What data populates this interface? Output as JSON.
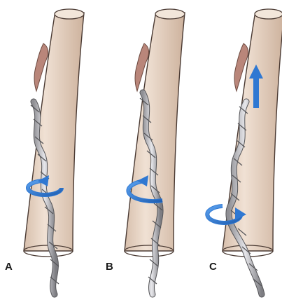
{
  "panels": [
    {
      "label": "A",
      "rotation": "counter-clockwise"
    },
    {
      "label": "B",
      "rotation": "counter-clockwise"
    },
    {
      "label": "C",
      "rotation": "clockwise",
      "advance": "up"
    }
  ],
  "colors": {
    "tube_fill": "#e9d6c6",
    "tube_stroke": "#4a3a33",
    "tissue": "#b9867a",
    "wire_fill": "#b8b8bc",
    "wire_stroke": "#555558",
    "arrow": "#2f78d2"
  }
}
